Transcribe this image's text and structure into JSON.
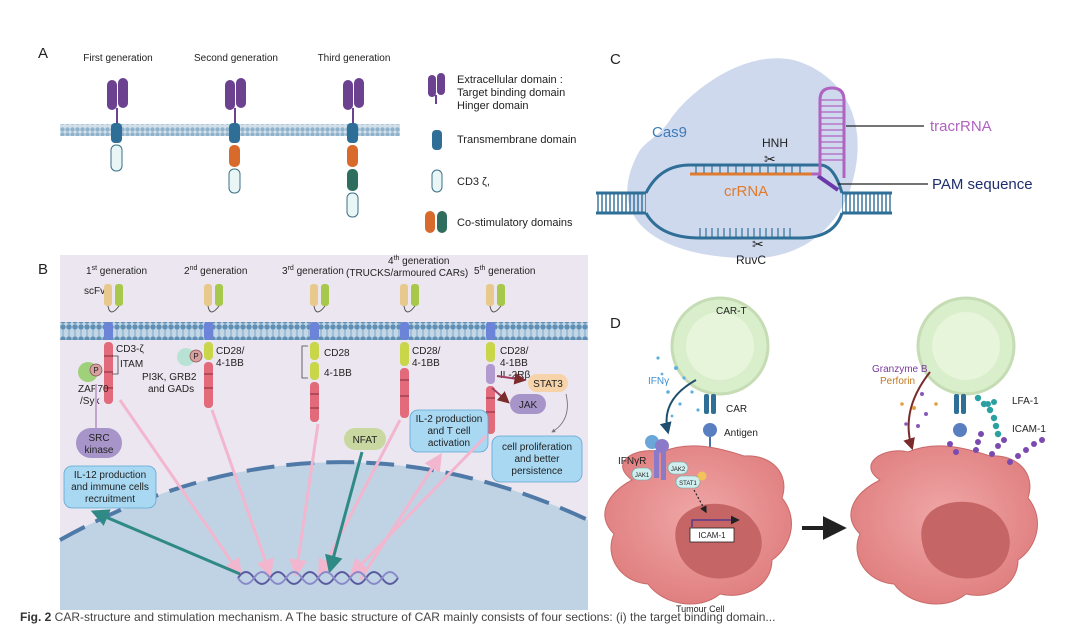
{
  "panelA": {
    "label": "A",
    "gen_titles": [
      "First generation",
      "Second generation",
      "Third generation"
    ],
    "legend": {
      "extracellular": [
        "Extracellular domain :",
        "Target binding domain",
        "Hinger domain"
      ],
      "transmembrane": "Transmembrane  domain",
      "cd3": "CD3 ζ,",
      "costim": "Co-stimulatory domains"
    }
  },
  "panelB": {
    "label": "B",
    "gen1": {
      "num": "1",
      "sup": "st",
      "text": " generation"
    },
    "gen2": {
      "num": "2",
      "sup": "nd",
      "text": " generation"
    },
    "gen3": {
      "num": "3",
      "sup": "rd",
      "text": " generation"
    },
    "gen4": {
      "num": "4",
      "sup": "th",
      "text": " generation",
      "sub": "(TRUCKS/armoured CARs)"
    },
    "gen5": {
      "num": "5",
      "sup": "th",
      "text": " generation"
    },
    "scfv": "scFv",
    "cd3z": "CD3-ζ",
    "itam": "ITAM",
    "p": "P",
    "zap70": [
      "ZAP70",
      "/Syk"
    ],
    "src": [
      "SRC",
      "kinase"
    ],
    "cd28_41bb": [
      "CD28/",
      "4-1BB"
    ],
    "pi3k": [
      "PI3K, GRB2",
      "and GADs"
    ],
    "cd28": "CD28",
    "bb": "4-1BB",
    "nfat": "NFAT",
    "il2rb": "IL-2Rβ",
    "stat3": "STAT3",
    "jak": "JAK",
    "il2": [
      "IL-2 production",
      "and T cell",
      "activation"
    ],
    "il12": [
      "IL-12 production",
      "and immune cells",
      "recruitment"
    ],
    "prolif": [
      "cell proliferation",
      "and better",
      "persistence"
    ]
  },
  "panelC": {
    "label": "C",
    "cas9": "Cas9",
    "hnh": "HNH",
    "crrna": "crRNA",
    "ruvc": "RuvC",
    "tracrrna": "tracrRNA",
    "pam": "PAM sequence"
  },
  "panelD": {
    "label": "D",
    "car_t": "CAR-T",
    "ifng": "IFNγ",
    "car": "CAR",
    "antigen": "Antigen",
    "ifngr": "IFNγR",
    "jak1": "JAK1",
    "jak2": "JAK2",
    "stat1": "STAT1",
    "icam1_gene": "ICAM-1",
    "tumour": "Tumour Cell",
    "granzyme": "Granzyme B",
    "perforin": "Perforin",
    "lfa1": "LFA-1",
    "icam1": "ICAM-1"
  },
  "caption": {
    "prefix": "Fig. 2",
    "text": " CAR-structure and stimulation mechanism. A The basic structure of CAR mainly consists of four sections: (i) the target binding domain..."
  },
  "colors": {
    "purple": "#6b4190",
    "blue": "#2f6f97",
    "orange": "#d86a2c",
    "green": "#2f6e5e",
    "cyan_light": "#cfeeed",
    "panel_bg": "#ece6f0",
    "nucleus": "#b9cde0",
    "tumour": "#e88f8f",
    "tcell": "#d9eecb"
  }
}
